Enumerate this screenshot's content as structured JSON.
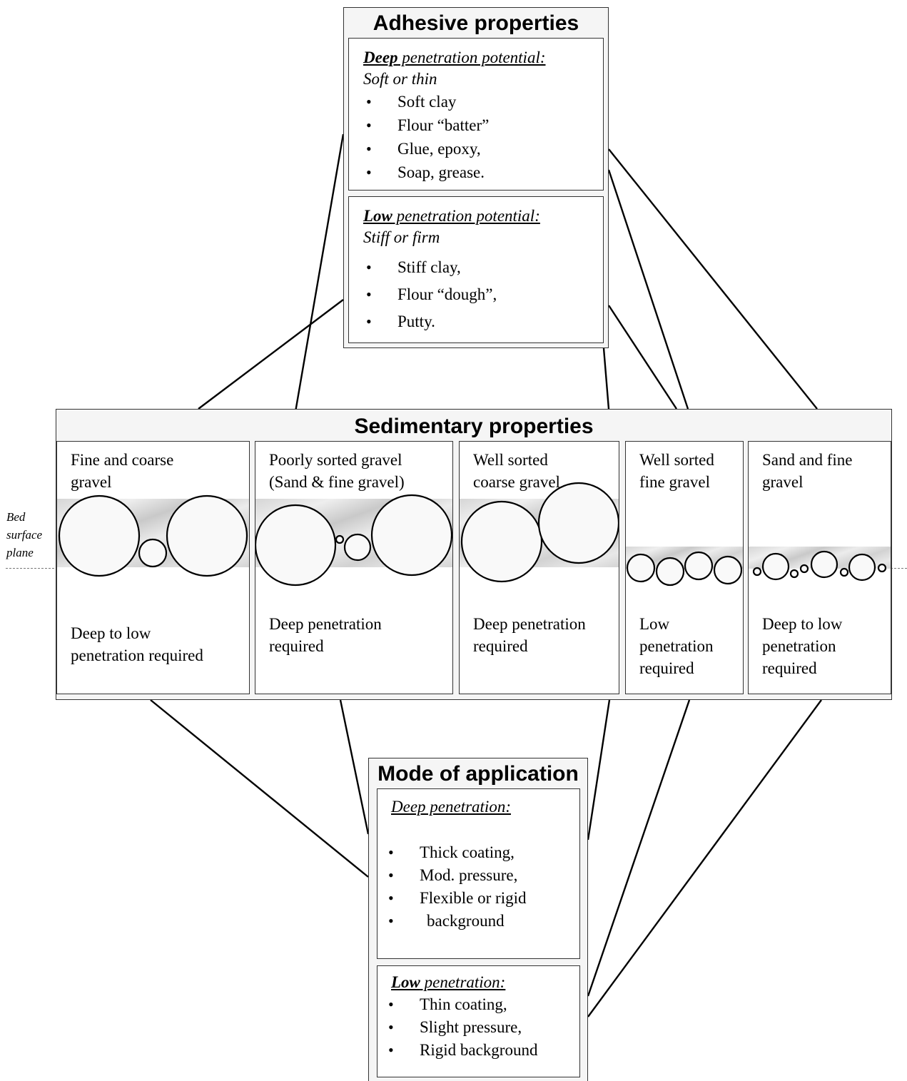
{
  "adhesive": {
    "title": "Adhesive properties",
    "deep": {
      "key": "Deep",
      "heading_rest": " penetration potential:",
      "subheading": "Soft or thin",
      "items": [
        "Soft clay",
        "Flour “batter”",
        "Glue, epoxy,",
        "Soap, grease."
      ]
    },
    "low": {
      "key": "Low",
      "heading_rest": " penetration potential:",
      "subheading": "Stiff or firm",
      "items": [
        "Stiff clay,",
        "Flour “dough”,",
        "Putty."
      ]
    }
  },
  "sediment": {
    "title": "Sedimentary properties",
    "bed_label": [
      "Bed",
      "surface",
      "plane"
    ],
    "columns": [
      {
        "top": [
          "Fine and coarse",
          "gravel"
        ],
        "bottom": [
          "Deep to low",
          "penetration required"
        ]
      },
      {
        "top": [
          "Poorly sorted gravel",
          "(Sand & fine gravel)"
        ],
        "bottom": [
          "Deep penetration",
          "required"
        ]
      },
      {
        "top": [
          "Well sorted",
          "coarse gravel"
        ],
        "bottom": [
          "Deep penetration",
          "required"
        ]
      },
      {
        "top": [
          "Well sorted",
          "fine gravel"
        ],
        "bottom": [
          "Low",
          "penetration",
          "required"
        ]
      },
      {
        "top": [
          "Sand and fine",
          "gravel"
        ],
        "bottom": [
          "Deep to low",
          "penetration",
          "required"
        ]
      }
    ]
  },
  "mode": {
    "title": "Mode of application",
    "deep": {
      "heading": "Deep penetration:",
      "items": [
        "Thick coating,",
        "Mod. pressure,",
        "Flexible or rigid",
        "background"
      ]
    },
    "low": {
      "key": "Low",
      "heading_rest": " penetration:",
      "items": [
        "Thin coating,",
        "Slight pressure,",
        "Rigid background"
      ]
    }
  }
}
